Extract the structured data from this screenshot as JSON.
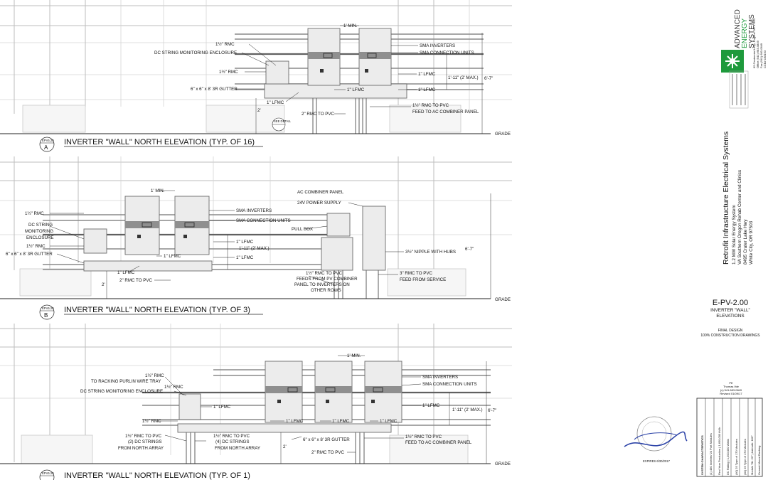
{
  "elevations": [
    {
      "bubble_top": "EPV5.20",
      "bubble_letter": "A",
      "title": "INVERTER \"WALL\" NORTH ELEVATION (TYP. OF 16)",
      "labels": {
        "rmc_top": "1½\" RMC",
        "dc_enclosure": "DC STRING MONITORING ENCLOSURE",
        "rmc_mid": "1½\" RMC",
        "gutter": "6\" x 6\" x 8' 3R GUTTER",
        "lfmc_left": "1\" LFMC",
        "dim_2": "2'",
        "rmc_to_pvc": "2\" RMC TO PVC",
        "min": "1' MIN.",
        "sma_inverters": "SMA INVERTERS",
        "sma_connection": "SMA CONNECTION UNITS",
        "lfmc_r1": "1\" LFMC",
        "lfmc_mid": "1\" LFMC",
        "lfmc_r2": "1\" LFMC",
        "dim_max": "1'-11\" (2' MAX.)",
        "dim_total": "6'-7\"",
        "rmc_pvc_feed": "1½\" RMC TO PVC",
        "feed_ac": "FEED TO AC COMBINER PANEL",
        "grade": "GRADE",
        "sect_bubble": "SEE DETAIL"
      }
    },
    {
      "bubble_top": "EPV5.20",
      "bubble_letter": "B",
      "title": "INVERTER \"WALL\" NORTH ELEVATION (TYP. OF 3)",
      "labels": {
        "min": "1' MIN.",
        "rmc_top": "1½\" RMC",
        "dc_1": "DC STRING",
        "dc_2": "MONITORING",
        "dc_3": "ENCLOSURE",
        "rmc_mid": "1½\" RMC",
        "gutter": "6\" x 6\" x 8' 3R GUTTER",
        "lfmc_low": "1\" LFMC",
        "dim_2": "2'",
        "rmc_to_pvc": "2\" RMC TO PVC",
        "sma_inverters": "SMA INVERTERS",
        "sma_connection": "SMA CONNECTION UNITS",
        "lfmc_a": "1\" LFMC",
        "dim_max": "1'-11\" (2' MAX.)",
        "lfmc_b": "1\" LFMC",
        "lfmc_c": "1\" LFMC",
        "ac_panel": "AC COMBINER PANEL",
        "power_supply": "24V POWER SUPPLY",
        "pull_box": "PULL BOX",
        "nipple": "3½\" NIPPLE WITH HUBS",
        "dim_total": "6'-7\"",
        "feeds_1": "1½\" RMC TO PVC",
        "feeds_2": "FEEDS FROM PV COMBINER",
        "feeds_3": "PANEL TO INVERTERS ON",
        "feeds_4": "OTHER ROWS",
        "service_1": "3\" RMC TO PVC",
        "service_2": "FEED FROM SERVICE",
        "grade": "GRADE"
      }
    },
    {
      "bubble_top": "EPV5.20",
      "bubble_letter": "",
      "title": "INVERTER \"WALL\" NORTH ELEVATION (TYP. OF 1)",
      "labels": {
        "min": "1' MIN.",
        "rmc_top": "1½\" RMC",
        "purlin": "TO RACKING PURLIN WIRE TRAY",
        "rmc_2": "1½\" RMC",
        "dc_enclosure": "DC STRING MONITORING ENCLOSURE",
        "lfmc_left": "1\" LFMC",
        "rmc_low": "1½\" RMC",
        "lfmc_a": "1\" LFMC",
        "lfmc_b": "1\" LFMC",
        "lfmc_c": "1\" LFMC",
        "sma_inverters": "SMA INVERTERS",
        "sma_connection": "SMA CONNECTION UNITS",
        "lfmc_r": "1\" LFMC",
        "dim_max": "1'-11\" (2' MAX.)",
        "dim_total": "6'-7\"",
        "north_1": "1½\" RMC TO PVC",
        "north_2": "(2) DC STRINGS",
        "north_3": "FROM NORTH ARRAY",
        "north_b1": "1½\" RMC TO PVC",
        "north_b2": "(4) DC STRINGS",
        "north_b3": "FROM NORTH ARRAY",
        "dim_2": "2'",
        "gutter": "6\" x 6\" x 8' 3R GUTTER",
        "rmc_to_pvc": "2\" RMC TO PVC",
        "feed_1": "1½\" RMC TO PVC",
        "feed_2": "FEED TO AC COMBINER PANEL",
        "grade": "GRADE"
      }
    }
  ],
  "title_block": {
    "company_1": "ADVANCED",
    "company_2": "ENERGY",
    "company_3": "SYSTEMS",
    "address_1": "65 Centennial Loop, Eugene OR 97401",
    "address_2": "Office (541) 683-0849",
    "address_3": "Fax (541) 683-0649",
    "address_4": "CCB# 168193",
    "project_title": "Retrofit Infrastructure Electrical Systems",
    "project_1": "1.2 MW Solar Energy System",
    "project_2": "VA Southern Oregon Rehab Center and Clinics",
    "project_3": "8495 Crater Lake Hwy",
    "project_4": "White City, OR 97503",
    "sheet_no": "E-PV-2.00",
    "sheet_name_1": "INVERTER \"WALL\"",
    "sheet_name_2": "ELEVATIONS",
    "status_1": "FINAL DESIGN",
    "status_2": "100% CONSTRUCTION DRAWINGS",
    "engineer_1": "PE",
    "engineer_2": "Thomas Ihle",
    "engineer_3": "(c) 541.683.0849",
    "engineer_4": "Revised 01/09/17",
    "sys_header": "SYSTEM CHARACTERISTICS",
    "sys_rows": [
      "(1) 480 Inverter/ 24 Port Modules",
      "First Year Production | 1,600,000 kWh",
      "DC Rating | 1,200,000 Watts",
      "(40) 25 Type of 170 Modules",
      "(40) 25 Type of 170 Modules",
      "Module Tilt: 20° | Azimuth: 180°",
      "Ground-Mount Racking"
    ],
    "stamp_date": "EXPIRES 6/30/2017"
  },
  "colors": {
    "logo_green": "#1e9a3c",
    "line": "#6a6a6a",
    "band": "#8f8f8f"
  }
}
